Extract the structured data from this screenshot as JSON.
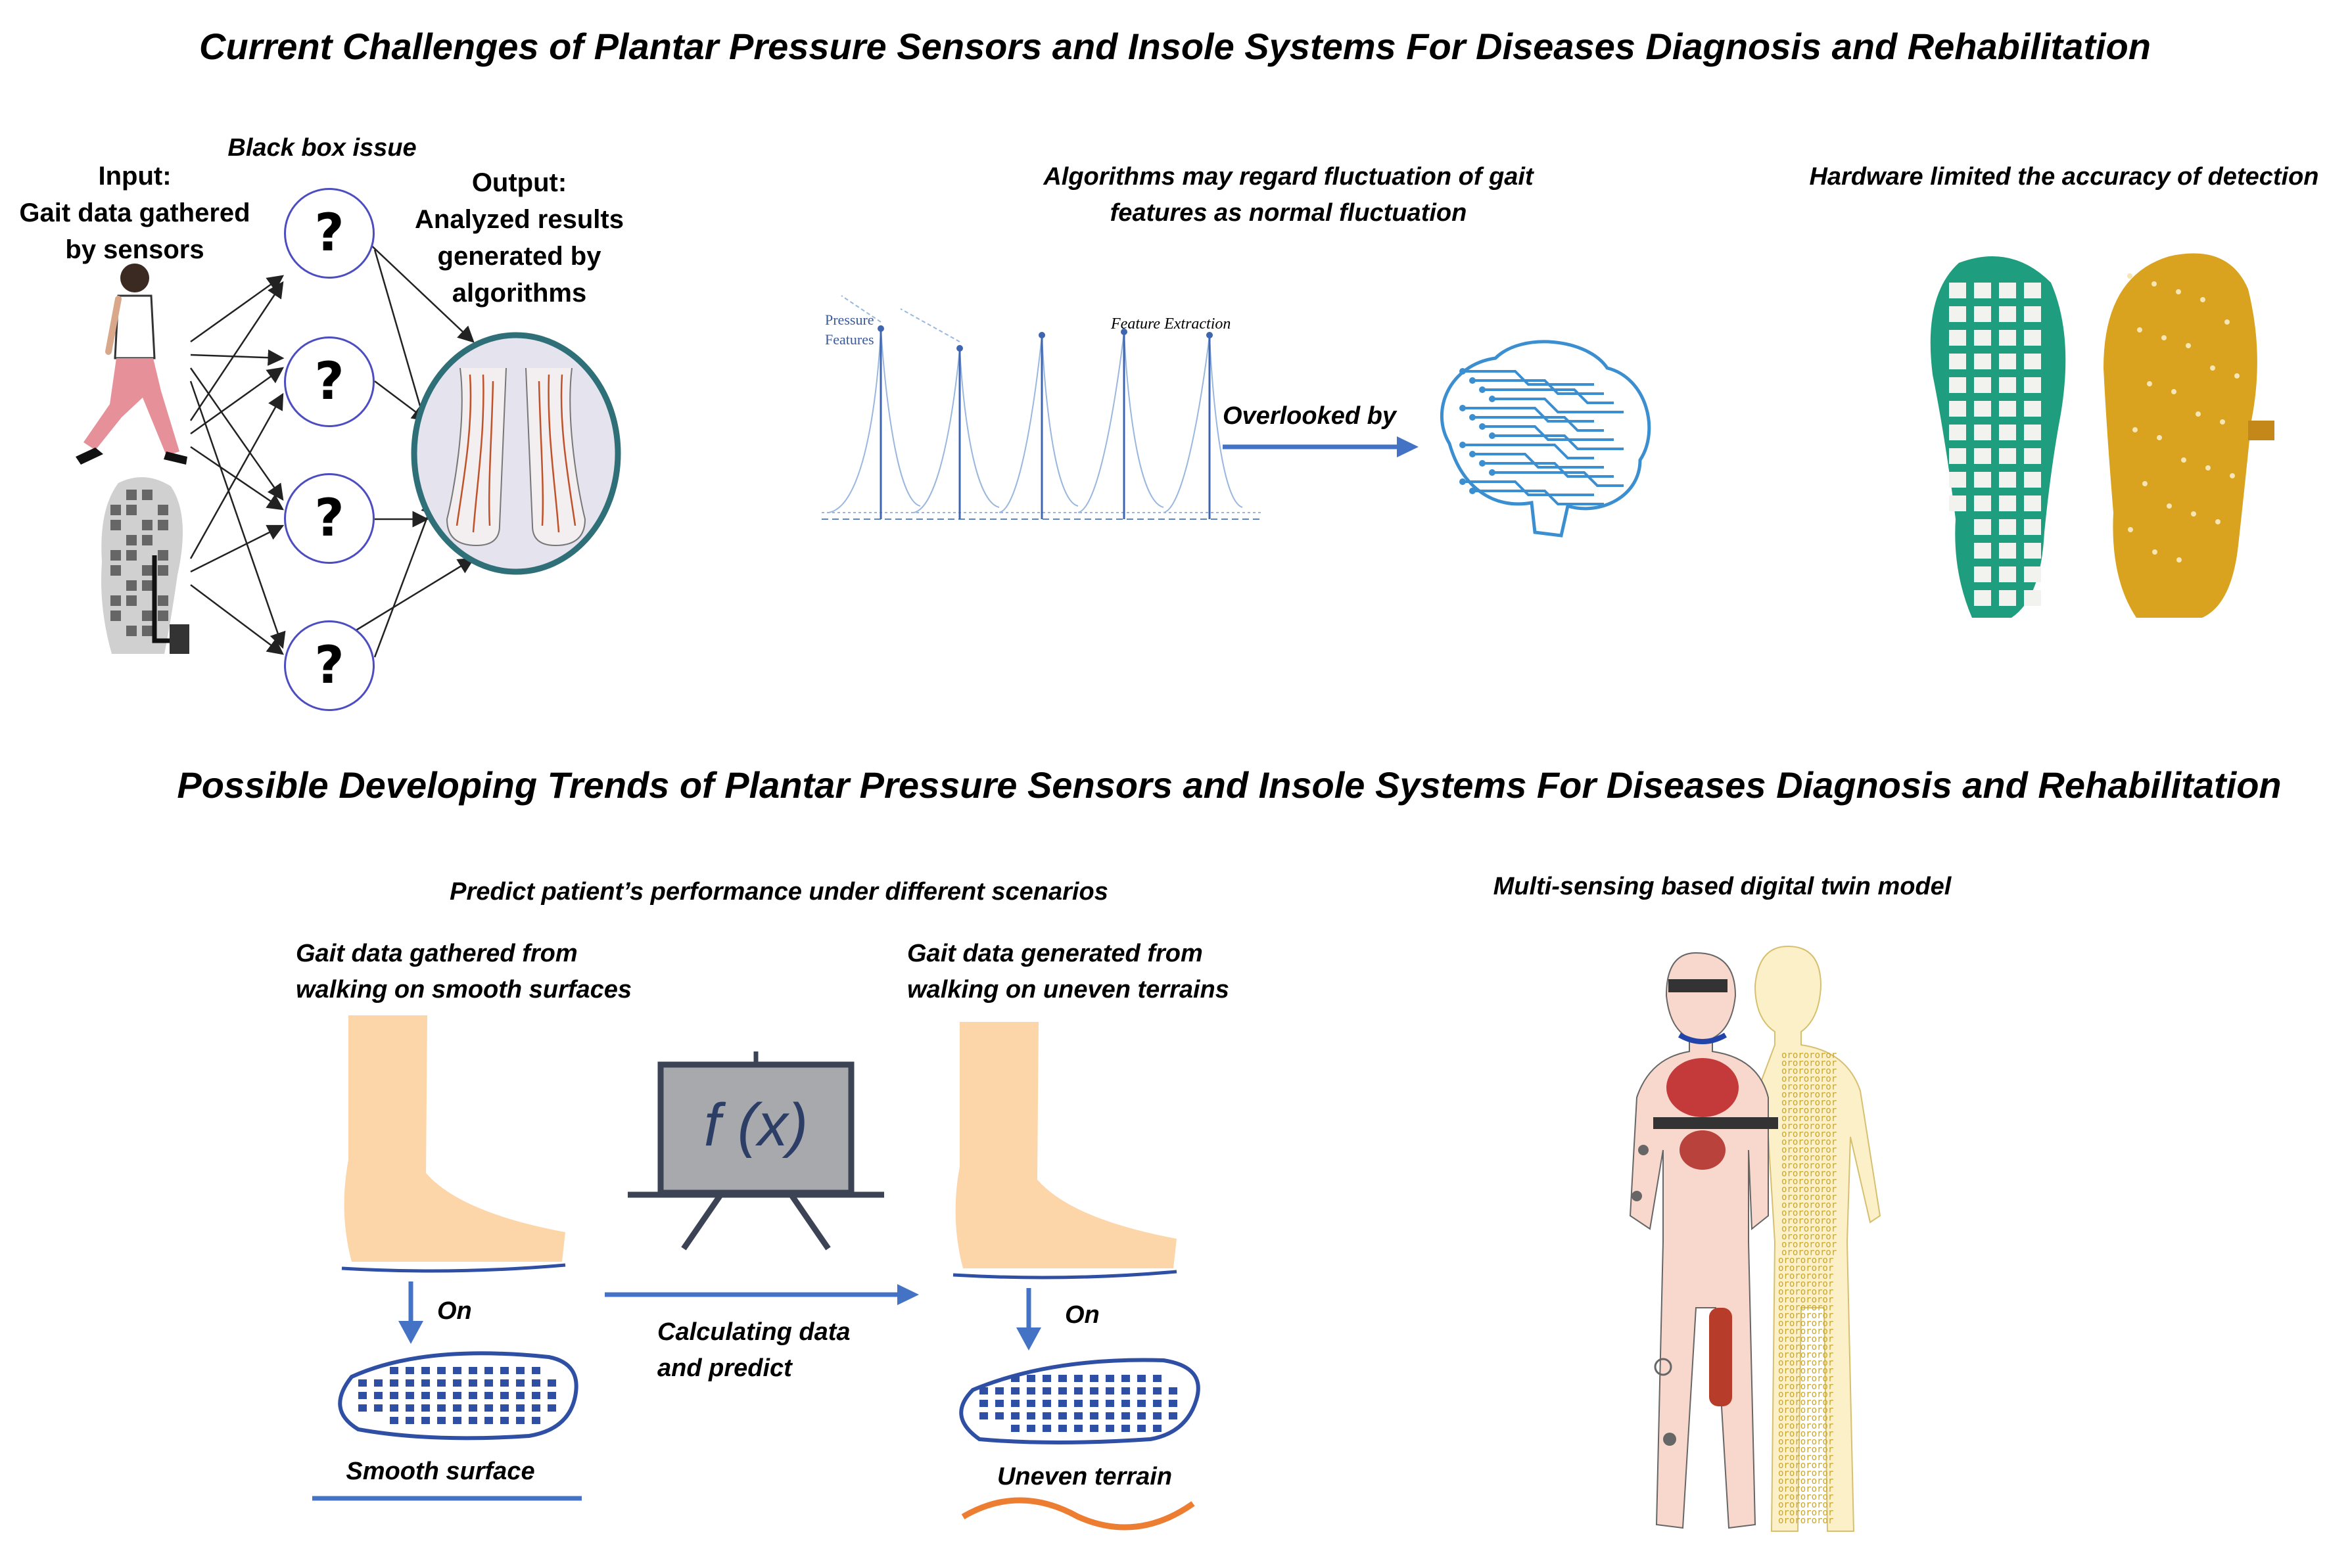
{
  "titles": {
    "challenges": "Current Challenges of Plantar Pressure Sensors and Insole Systems For Diseases Diagnosis and Rehabilitation",
    "trends": "Possible Developing Trends of Plantar Pressure Sensors and Insole Systems For Diseases Diagnosis and Rehabilitation"
  },
  "black_box": {
    "caption": "Black box issue",
    "input_line1": "Input:",
    "input_line2": "Gait data gathered",
    "input_line3": "by sensors",
    "output_line1": "Output:",
    "output_line2": "Analyzed results",
    "output_line3": "generated by",
    "output_line4": "algorithms",
    "node_symbol": "?"
  },
  "algorithms": {
    "caption_line1": "Algorithms may regard fluctuation of gait",
    "caption_line2": "features as normal fluctuation",
    "pressure_line1": "Pressure",
    "pressure_line2": "Features",
    "feature_extraction": "Feature Extraction",
    "overlooked": "Overlooked by"
  },
  "hardware": {
    "caption": "Hardware limited the accuracy of detection"
  },
  "predict": {
    "caption": "Predict patient’s performance under different scenarios",
    "smooth_title_line1": "Gait data gathered from",
    "smooth_title_line2": "walking on smooth surfaces",
    "uneven_title_line1": "Gait data generated from",
    "uneven_title_line2": "walking on uneven terrains",
    "fx": "f (x)",
    "on_left": "On",
    "on_right": "On",
    "calc_line1": "Calculating data",
    "calc_line2": "and predict",
    "smooth_label": "Smooth surface",
    "uneven_label": "Uneven terrain"
  },
  "twin": {
    "caption": "Multi-sensing based digital twin model",
    "binary_row": "ororororor"
  },
  "colors": {
    "node_border": "#4b4dc0",
    "arrow_blue": "#4472c4",
    "skin": "#fcd5a8",
    "insole_blue": "#2e4fa3",
    "uneven_orange": "#ed7d31",
    "green_insole": "#1e9e7e",
    "gold_insole": "#d9a21f",
    "teal_ring": "#2f6f78",
    "brain_blue": "#3b8fd0"
  }
}
